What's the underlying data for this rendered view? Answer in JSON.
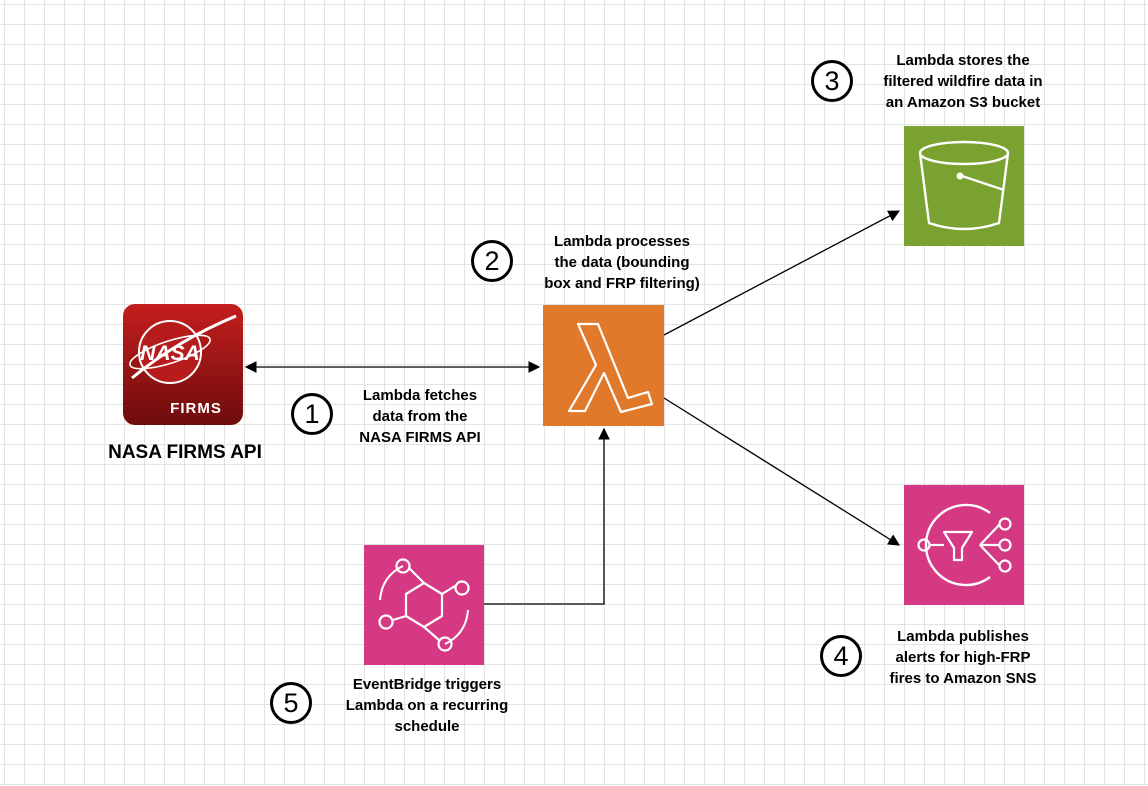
{
  "nodes": {
    "nasa": {
      "logo_text": "NASA",
      "logo_sub": "FIRMS",
      "title": "NASA FIRMS API",
      "color": "#a31414"
    },
    "lambda": {
      "symbol": "λ",
      "color": "#e07a2a"
    },
    "s3": {
      "color": "#7aa230"
    },
    "sns": {
      "color": "#d63983"
    },
    "eventbridge": {
      "color": "#d63983"
    }
  },
  "steps": [
    {
      "number": "1",
      "lines": [
        "Lambda fetches",
        "data from the",
        "NASA FIRMS API"
      ]
    },
    {
      "number": "2",
      "lines": [
        "Lambda processes",
        "the data (bounding",
        "box and FRP filtering)"
      ]
    },
    {
      "number": "3",
      "lines": [
        "Lambda stores the",
        "filtered wildfire data in",
        "an Amazon S3 bucket"
      ]
    },
    {
      "number": "4",
      "lines": [
        "Lambda publishes",
        "alerts for high-FRP",
        "fires to Amazon SNS"
      ]
    },
    {
      "number": "5",
      "lines": [
        "EventBridge triggers",
        "Lambda on a recurring",
        "schedule"
      ]
    }
  ],
  "edges": [
    {
      "from": "lambda",
      "to": "nasa",
      "bidirectional": true
    },
    {
      "from": "lambda",
      "to": "s3"
    },
    {
      "from": "lambda",
      "to": "sns"
    },
    {
      "from": "eventbridge",
      "to": "lambda"
    }
  ]
}
